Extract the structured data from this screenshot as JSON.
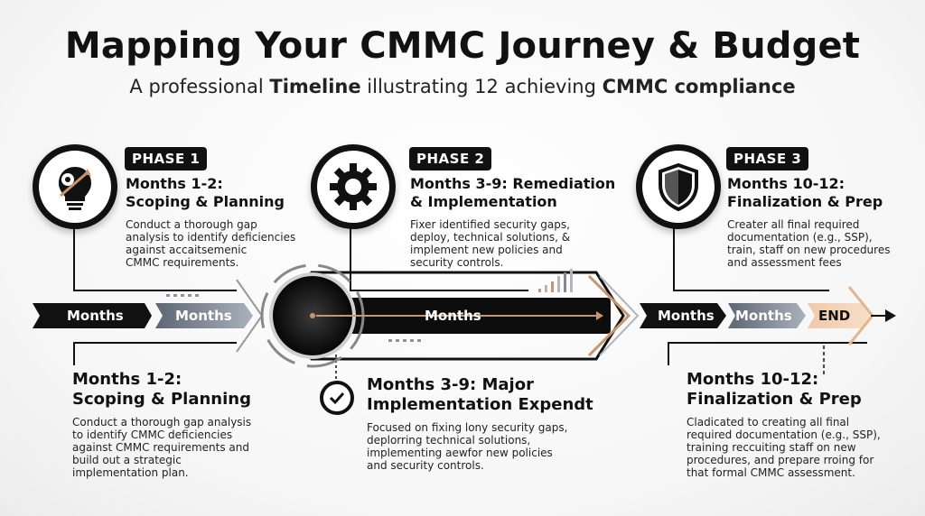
{
  "header": {
    "title": "Mapping Your CMMC Journey & Budget",
    "subtitle_parts": [
      "A professional ",
      "Timeline",
      " illustrating 12 achieving ",
      "CMMC compliance"
    ]
  },
  "phases": [
    {
      "badge": "PHASE 1",
      "heading_line1": "Months 1-2:",
      "heading_line2": "Scoping & Planning",
      "desc_lines": [
        "Conduct a thorough gap",
        "analysis to identify deficiencies",
        "against accaitsemenic",
        "CMMC requirements."
      ],
      "icon": "gear-bulb-icon"
    },
    {
      "badge": "PHASE 2",
      "heading_line1": "Months 3-9: Remediation",
      "heading_line2": "& Implementation",
      "desc_lines": [
        "Fixer identified security gaps,",
        "deploy, technical solutions, &",
        "implement new policies and",
        "security controls."
      ],
      "icon": "gear-icon"
    },
    {
      "badge": "PHASE 3",
      "heading_line1": "Months 10-12:",
      "heading_line2": "Finalization & Prep",
      "desc_lines": [
        "Creater all final required",
        "documentation (e.g., SSP),",
        "train, staff on new procedures",
        "and assessment fees"
      ],
      "icon": "shield-icon"
    }
  ],
  "timeline": {
    "labels": [
      "Months",
      "Months",
      "Months",
      "Months",
      "Months",
      "END"
    ]
  },
  "details": [
    {
      "heading_line1": "Months 1-2:",
      "heading_line2": "Scoping & Planning",
      "desc_lines": [
        "Conduct a thorough gap analysis",
        "to identify CMMC deficiencies",
        "against CMMC requirements and",
        "build out a strategic",
        "implementation plan."
      ]
    },
    {
      "heading_line1": "Months 3-9:  Major",
      "heading_line2": "Implementation Expendt",
      "desc_lines": [
        "Focused on fixing lony security gaps,",
        "deplorring technical solutions,",
        "implementing aewfor new policies",
        "and security controls."
      ],
      "icon": "checkmark-icon"
    },
    {
      "heading_line1": "Months 10-12:",
      "heading_line2": "Finalization & Prep",
      "desc_lines": [
        "Cladicated to creating all final",
        "required documentation (e.g., SSP),",
        "training reccuiting staff on new",
        "procedures, and prepare rroing for",
        "that formal CMMC assessment."
      ]
    }
  ],
  "colors": {
    "dark": "#111111",
    "steel": "#7f8a99",
    "accent": "#d6a07a"
  }
}
